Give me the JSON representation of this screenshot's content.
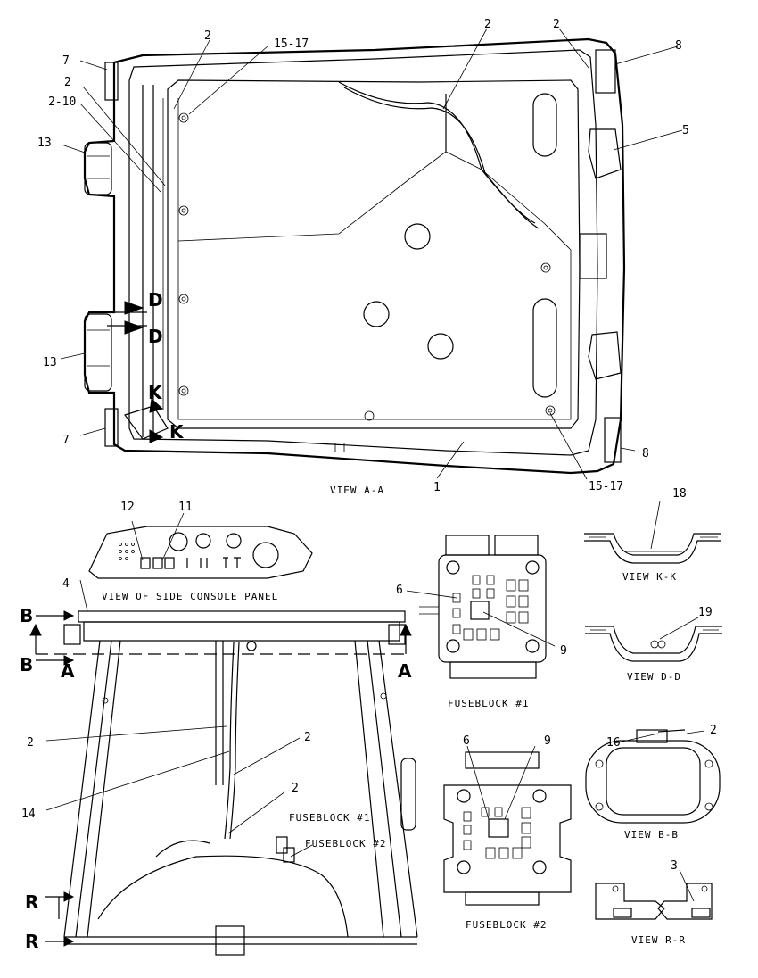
{
  "views": {
    "view_aa": "VIEW A-A",
    "side_console": "VIEW OF SIDE CONSOLE PANEL",
    "fuseblock_1": "FUSEBLOCK #1",
    "fuseblock_2": "FUSEBLOCK #2",
    "view_kk": "VIEW K-K",
    "view_dd": "VIEW D-D",
    "view_bb": "VIEW B-B",
    "view_rr": "VIEW R-R"
  },
  "section_markers": {
    "d": "D",
    "k": "K",
    "a": "A",
    "b": "B",
    "r": "R"
  },
  "callouts": {
    "c1": "1",
    "c2": "2",
    "c2_10": "2-10",
    "c3": "3",
    "c4": "4",
    "c5": "5",
    "c6": "6",
    "c7": "7",
    "c8": "8",
    "c9": "9",
    "c11": "11",
    "c12": "12",
    "c13": "13",
    "c14": "14",
    "c15_17": "15-17",
    "c16": "16",
    "c18": "18",
    "c19": "19"
  },
  "inline_labels": {
    "fuseblock_1": "FUSEBLOCK #1",
    "fuseblock_2": "FUSEBLOCK #2"
  }
}
